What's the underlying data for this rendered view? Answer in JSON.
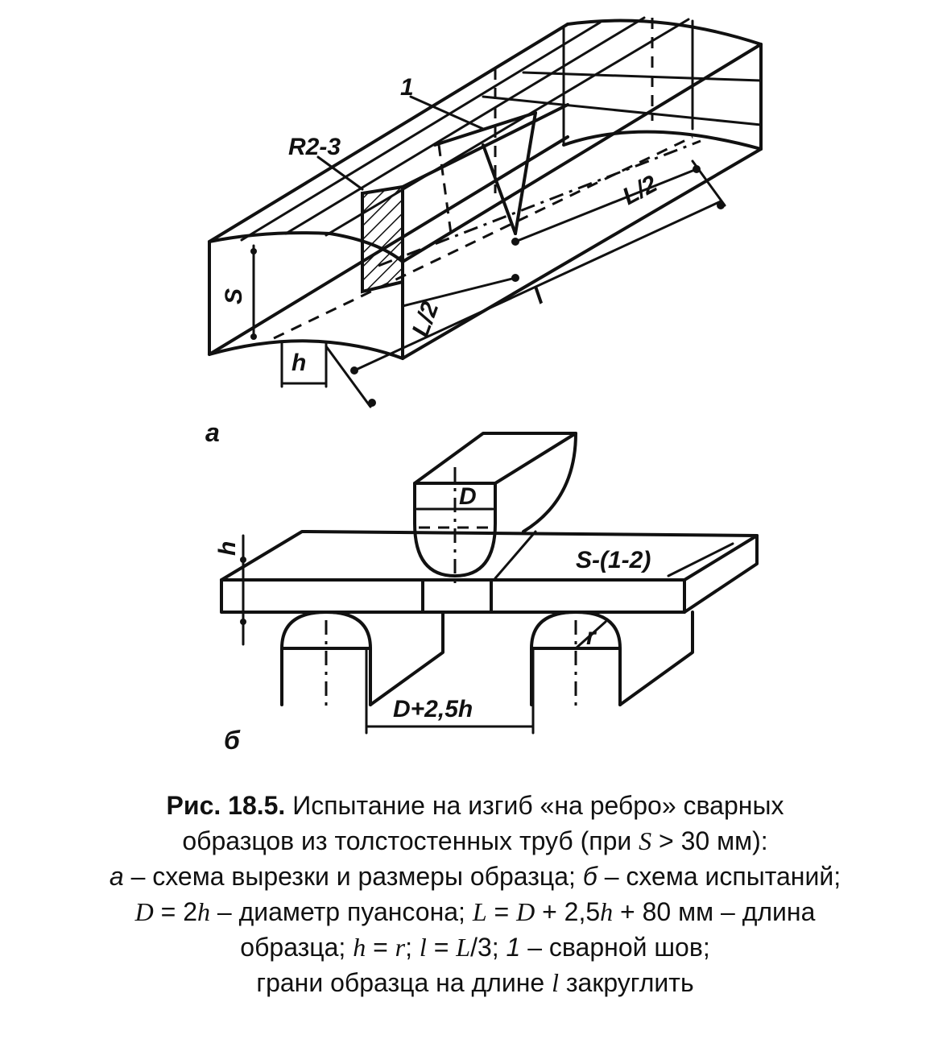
{
  "figure": {
    "panel_a": {
      "letter": "а",
      "labels": {
        "radius": "R2-3",
        "weld": "1",
        "half_length": "L/2",
        "half_length_left": "L/2",
        "length_l": "l",
        "thickness": "S",
        "height": "h"
      }
    },
    "panel_b": {
      "letter": "б",
      "labels": {
        "diameter": "D",
        "width": "S-(1-2)",
        "height": "h",
        "radius": "r",
        "span": "D+2,5h"
      }
    }
  },
  "caption": {
    "fig_number": "Рис. 18.5.",
    "line1": "Испытание на изгиб «на ребро» сварных",
    "line2_a": "образцов из толстостенных труб (при ",
    "line2_sym": "S",
    "line2_b": " > 30 мм):",
    "line3_a_sym": "а",
    "line3_a": " – схема вырезки и размеры образца; ",
    "line3_b_sym": "б",
    "line3_b": " – схема испытаний;",
    "line4_D": "D",
    "line4_a": " = 2",
    "line4_h": "h",
    "line4_b": " – диаметр пуансона; ",
    "line4_L": "L",
    "line4_c": " = ",
    "line4_D2": "D",
    "line4_d": " + 2,5",
    "line4_h2": "h",
    "line4_e": " + 80 мм – длина",
    "line5_a": "образца; ",
    "line5_h": "h",
    "line5_b": " = ",
    "line5_r": "r",
    "line5_c": "; ",
    "line5_l": "l",
    "line5_d": " = ",
    "line5_L": "L",
    "line5_e": "/3; ",
    "line5_one": "1",
    "line5_f": " – сварной шов;",
    "line6_a": "грани образца на длине ",
    "line6_l": "l",
    "line6_b": " закруглить"
  }
}
